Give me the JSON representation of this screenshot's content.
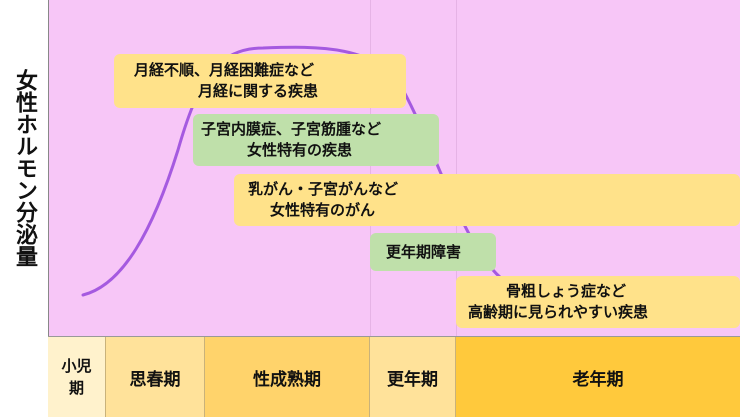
{
  "y_axis_label": "女性ホルモン分泌量",
  "disease_boxes": [
    {
      "lines": [
        "月経不順、月経困難症など",
        "月経に関する疾患"
      ],
      "color": "#ffe28a"
    },
    {
      "lines": [
        "子宮内膜症、子宮筋腫など",
        "女性特有の疾患"
      ],
      "color": "#bfe0aa"
    },
    {
      "lines": [
        "乳がん・子宮がんなど",
        "女性特有のがん"
      ],
      "color": "#ffe28a"
    },
    {
      "lines": [
        "更年期障害"
      ],
      "color": "#bfe0aa"
    },
    {
      "lines": [
        "骨粗しょう症など",
        "高齢期に見られやすい疾患"
      ],
      "color": "#ffe28a"
    }
  ],
  "life_stages": [
    {
      "label": "小児期",
      "color": "#fff2cc"
    },
    {
      "label": "思春期",
      "color": "#ffe29a"
    },
    {
      "label": "性成熟期",
      "color": "#ffd36b"
    },
    {
      "label": "更年期",
      "color": "#ffe29a"
    },
    {
      "label": "老年期",
      "color": "#ffc93c"
    }
  ],
  "colors": {
    "plot_background": "#f7c6f7",
    "curve": "#a55ae0"
  }
}
